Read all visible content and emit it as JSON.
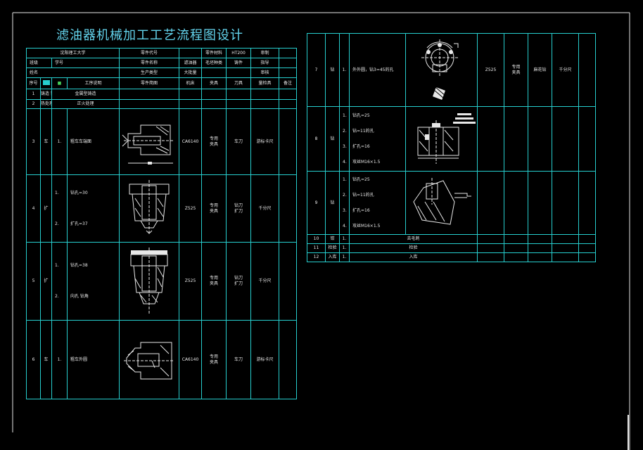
{
  "title": "滤油器机械加工工艺流程图设计",
  "colors": {
    "line": "#27cfcf",
    "title": "#63d3ec",
    "text": "#e8e8e8",
    "green": "#46d05a",
    "yellow": "#e6e66e"
  },
  "header": {
    "r1": [
      "沈阳理工大学",
      "零件代号",
      "零件材料",
      "HT200",
      "审制"
    ],
    "r2": [
      "班级",
      "学号",
      "零件名称",
      "滤油器",
      "毛坯种类",
      "铸件",
      "指导"
    ],
    "r3": [
      "姓名",
      "生产类型",
      "大批量",
      "审核"
    ]
  },
  "cols": [
    "序号",
    "工序说明",
    "零件简图",
    "机床",
    "夹具",
    "刀具",
    "量检具",
    "备注"
  ],
  "left_rows": [
    {
      "no": "1",
      "op": "铸造 铸件",
      "desc": "金属型铸造"
    },
    {
      "no": "2",
      "op": "热处理",
      "desc": "正火处理"
    },
    {
      "no": "3",
      "op": "车",
      "steps": [
        "1.",
        "粗车车端面"
      ],
      "machine": "CA6140",
      "fixture": "专用\n夹具",
      "tool": "车刀",
      "gauge": "游标卡尺"
    },
    {
      "no": "4",
      "op": "扩",
      "steps": [
        "1.",
        "钻孔=30",
        "2.",
        "扩孔=37"
      ],
      "machine": "Z525",
      "fixture": "专用\n夹具",
      "tool": "钻刀\n扩刀",
      "gauge": "千分尺"
    },
    {
      "no": "5",
      "op": "扩",
      "steps": [
        "1.",
        "钻孔=38",
        "2.",
        "向孔 钻角"
      ],
      "machine": "Z525",
      "fixture": "专用\n夹具",
      "tool": "钻刀\n扩刀",
      "gauge": "千分尺"
    },
    {
      "no": "6",
      "op": "车",
      "steps": [
        "1.",
        "粗车外圆"
      ],
      "machine": "CA6140",
      "fixture": "专用\n夹具",
      "tool": "车刀",
      "gauge": "游标卡尺"
    }
  ],
  "right_rows": [
    {
      "no": "7",
      "op": "钻",
      "steps": [
        "1.",
        "外外圆，钻3=45的孔"
      ],
      "machine": "Z525",
      "fixture": "专用\n夹具",
      "tool": "麻花钻",
      "gauge": "千分尺"
    },
    {
      "no": "8",
      "op": "钻",
      "steps": [
        "1.",
        "钻孔=25",
        "2.",
        "钻=11的孔",
        "3.",
        "扩孔=16",
        "4.",
        "攻丝M16×1.5"
      ]
    },
    {
      "no": "9",
      "op": "钻",
      "steps": [
        "1.",
        "钻孔=25",
        "2.",
        "钻=11的孔",
        "3.",
        "扩孔=16",
        "4.",
        "攻丝M16×1.5"
      ]
    },
    {
      "no": "10",
      "op": "钳",
      "steps": [
        "1."
      ],
      "desc": "去毛刺"
    },
    {
      "no": "11",
      "op": "检验",
      "steps": [
        "1."
      ],
      "desc": "检验"
    },
    {
      "no": "12",
      "op": "入库",
      "steps": [
        "1."
      ],
      "desc": "入库"
    }
  ]
}
